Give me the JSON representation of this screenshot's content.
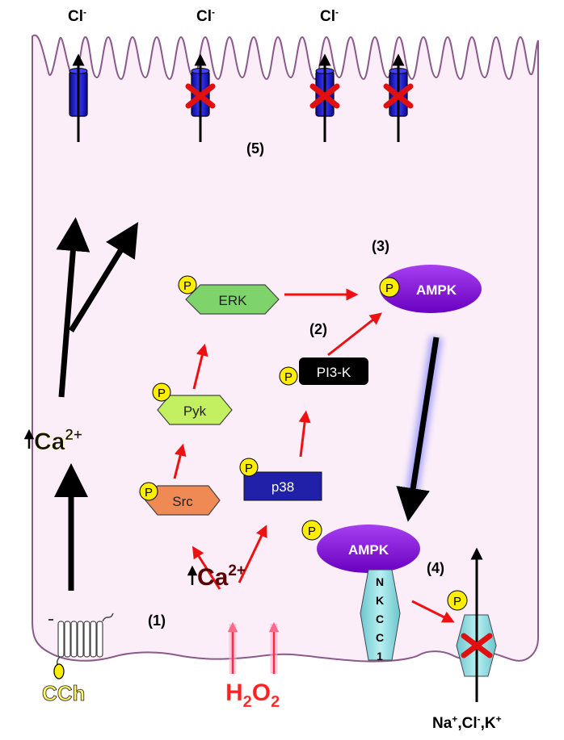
{
  "ions_top": {
    "cl1": "Cl",
    "cl2": "Cl",
    "cl3": "Cl",
    "minus": "-"
  },
  "steps": {
    "s1": "(1)",
    "s2": "(2)",
    "s3": "(3)",
    "s4": "(4)",
    "s5": "(5)"
  },
  "kinases": {
    "erk": "ERK",
    "pyk": "Pyk",
    "src": "Src",
    "p38": "p38",
    "pi3k": "PI3-K",
    "ampk": "AMPK",
    "ampk2": "AMPK",
    "phospho": "P"
  },
  "calcium": {
    "base": "Ca",
    "sup": "2+"
  },
  "nkcc": [
    "N",
    "K",
    "C",
    "C",
    "1"
  ],
  "stimuli": {
    "cch": "CCh",
    "h2o2_h": "H",
    "h2o2_2a": "2",
    "h2o2_o": "O",
    "h2o2_2b": "2"
  },
  "bottom_ions": {
    "na": "Na",
    "na_sup": "+",
    "cl": ",Cl",
    "cl_sup": "-",
    "k": ",K",
    "k_sup": "+"
  },
  "colors": {
    "cell_fill": "#fbeef8",
    "cell_stroke": "#8a5a8a",
    "channel_blue": "#1a1ad0",
    "block_red": "#e01010",
    "arrow_red": "#ee1111",
    "phospho_yellow": "#ffee00",
    "ampk_purple": "#8a10e0",
    "erk_green": "#7ed36a",
    "pyk_green": "#c2f060",
    "src_orange": "#f08a55",
    "p38_blue": "#2020a8",
    "pi3k_black": "#000000",
    "nkcc_teal": "#8fdce0",
    "h2o2_red": "#ff2020",
    "calcium_dark": "#5a0000"
  }
}
